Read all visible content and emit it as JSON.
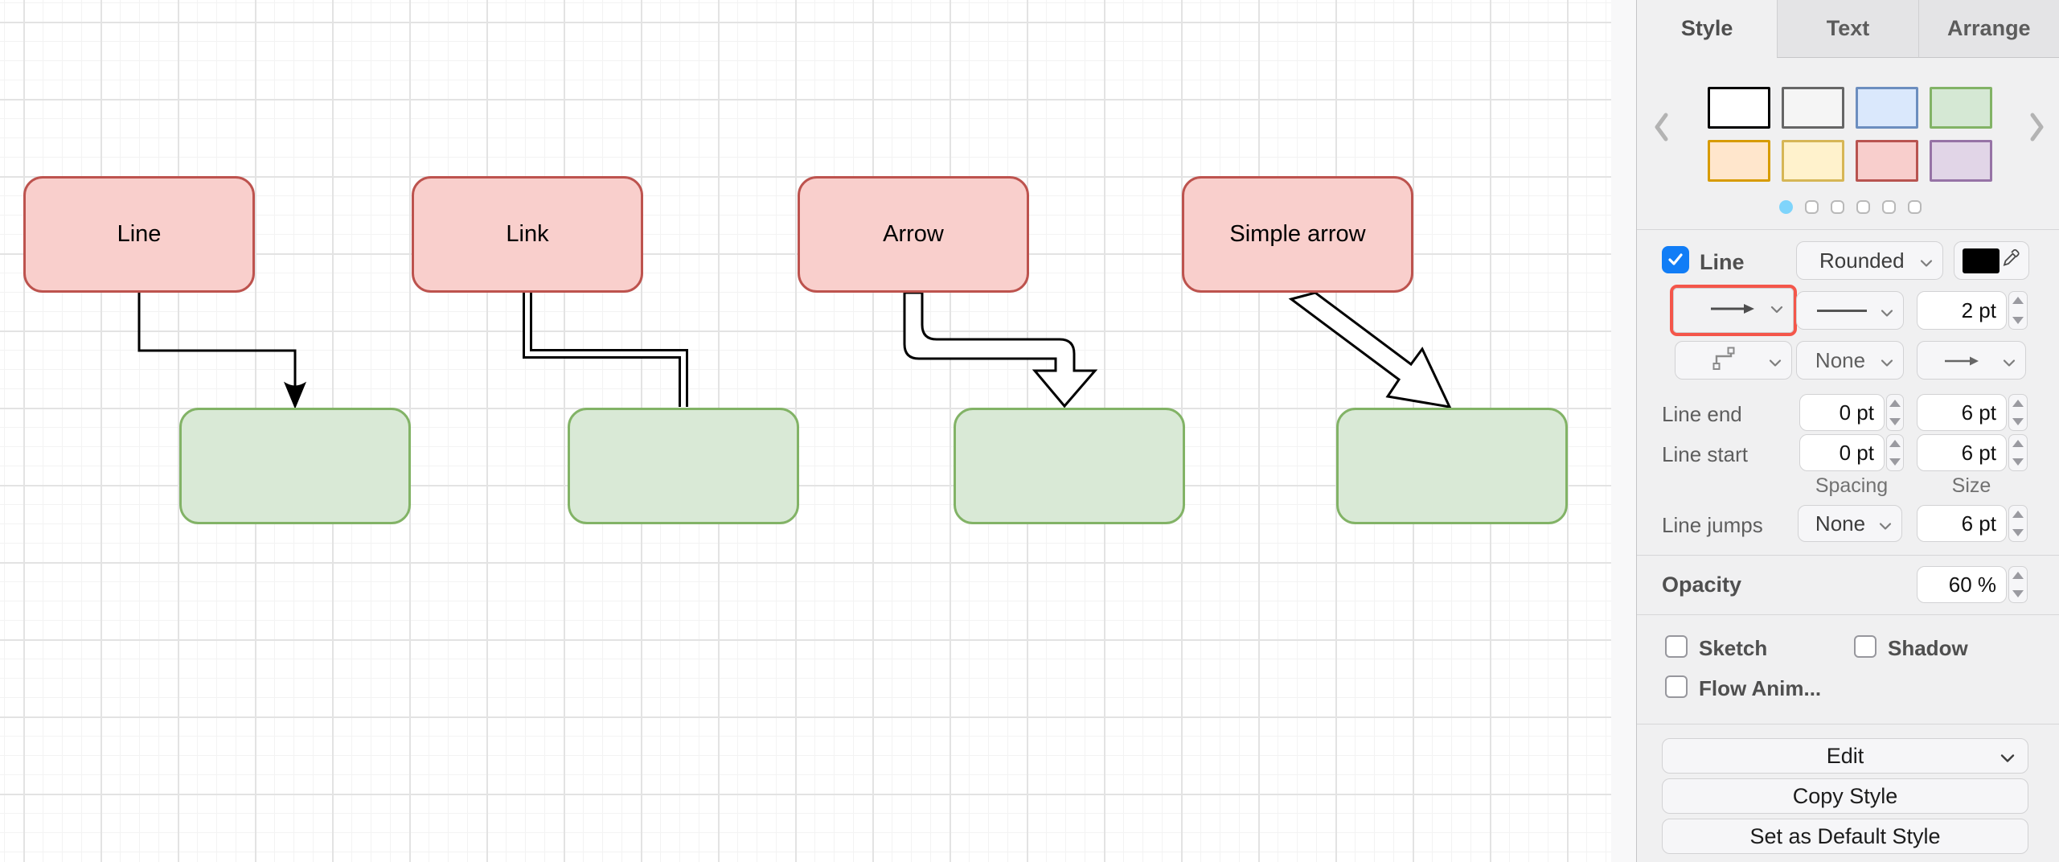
{
  "canvas": {
    "shapes": [
      {
        "label": "Line"
      },
      {
        "label": "Link"
      },
      {
        "label": "Arrow"
      },
      {
        "label": "Simple arrow"
      }
    ]
  },
  "panel": {
    "tabs": {
      "style": "Style",
      "text": "Text",
      "arrange": "Arrange"
    },
    "swatches": [
      {
        "fill": "#ffffff",
        "stroke": "#000000"
      },
      {
        "fill": "#f5f5f5",
        "stroke": "#666666"
      },
      {
        "fill": "#dae8fc",
        "stroke": "#6c8ebf"
      },
      {
        "fill": "#d5e8d4",
        "stroke": "#82b366"
      },
      {
        "fill": "#ffe6cc",
        "stroke": "#d79b00"
      },
      {
        "fill": "#fff2cc",
        "stroke": "#d6b656"
      },
      {
        "fill": "#f8cecc",
        "stroke": "#b85450"
      },
      {
        "fill": "#e1d5e7",
        "stroke": "#9673a6"
      }
    ],
    "pager": {
      "count": 6,
      "active_index": 0
    },
    "line": {
      "label": "Line",
      "corner_style": "Rounded",
      "stroke_width": "2 pt",
      "waypoints_value": "None"
    },
    "line_end": {
      "label": "Line end",
      "spacing": "0 pt",
      "size": "6 pt"
    },
    "line_start": {
      "label": "Line start",
      "spacing": "0 pt",
      "size": "6 pt"
    },
    "columns": {
      "spacing": "Spacing",
      "size": "Size"
    },
    "line_jumps": {
      "label": "Line jumps",
      "value": "None",
      "size": "6 pt"
    },
    "opacity": {
      "label": "Opacity",
      "value": "60 %"
    },
    "toggles": {
      "sketch": "Sketch",
      "shadow": "Shadow",
      "flow": "Flow Anim..."
    },
    "buttons": {
      "edit": "Edit",
      "copy": "Copy Style",
      "set_default": "Set as Default Style"
    }
  },
  "icons": {
    "prev": "chevron-left-icon",
    "next": "chevron-right-icon",
    "dropdown": "chevron-down-icon",
    "eyedropper": "eyedropper-icon",
    "stepper_up": "triangle-up-icon",
    "stepper_down": "triangle-down-icon",
    "waypoints": "elbow-connector-icon",
    "arrow_connection": "arrow-right-icon",
    "line_style": "solid-line-icon",
    "checkbox_check": "check-icon"
  },
  "colors": {
    "accent_blue": "#117df6",
    "highlight_red": "#f4564a",
    "pager_active": "#7fd4fb",
    "node_red_fill": "#f9cfcc",
    "node_red_stroke": "#bd534e",
    "node_green_fill": "#d9e9d6",
    "node_green_stroke": "#82b366",
    "edge_color": "#000000"
  }
}
